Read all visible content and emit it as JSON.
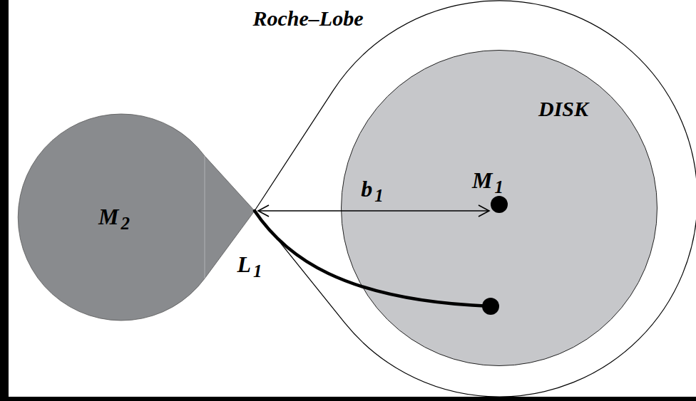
{
  "diagram": {
    "nodes": [
      {
        "text": [
          "Roche–Lobe"
        ]
      },
      {
        "text": [
          "DISK"
        ],
        "in": 0
      },
      {
        "text": [
          "M1"
        ],
        "in": 1
      },
      {
        "text": [
          "M2"
        ]
      }
    ],
    "labels": [
      "b1",
      "L1"
    ]
  }
}
